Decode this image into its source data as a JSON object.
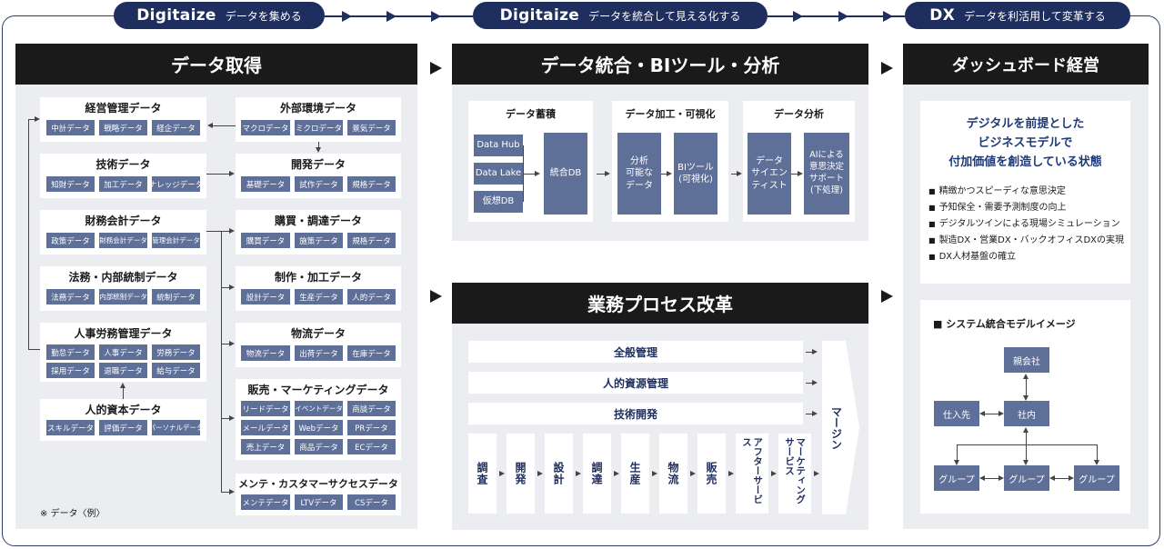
{
  "stages": [
    {
      "big": "Digitaize",
      "small": "データを集める"
    },
    {
      "big": "Digitaize",
      "small": "データを統合して見える化する"
    },
    {
      "big": "DX",
      "small": "データを利活用して変革する"
    }
  ],
  "acquisition": {
    "title": "データ取得",
    "note": "※ データ〈例〉",
    "left_groups": [
      {
        "title": "経営管理データ",
        "items": [
          "中計データ",
          "戦略データ",
          "経企データ"
        ]
      },
      {
        "title": "技術データ",
        "items": [
          "知財データ",
          "加工データ",
          "ナレッジデータ"
        ]
      },
      {
        "title": "財務会計データ",
        "items": [
          "政策データ",
          "財務会計データ",
          "管理会計データ"
        ]
      },
      {
        "title": "法務・内部統制データ",
        "items": [
          "法務データ",
          "内部統制データ",
          "統制データ"
        ]
      },
      {
        "title": "人事労務管理データ",
        "items": [
          "勤怠データ",
          "人事データ",
          "労務データ",
          "採用データ",
          "退職データ",
          "給与データ"
        ]
      },
      {
        "title": "人的資本データ",
        "items": [
          "スキルデータ",
          "評価データ",
          "パーソナルデータ"
        ]
      }
    ],
    "right_groups": [
      {
        "title": "外部環境データ",
        "items": [
          "マクロデータ",
          "ミクロデータ",
          "景気データ"
        ]
      },
      {
        "title": "開発データ",
        "items": [
          "基礎データ",
          "試作データ",
          "規格データ"
        ]
      },
      {
        "title": "購買・調達データ",
        "items": [
          "購買データ",
          "施策データ",
          "規格データ"
        ]
      },
      {
        "title": "制作・加工データ",
        "items": [
          "設計データ",
          "生産データ",
          "人的データ"
        ]
      },
      {
        "title": "物流データ",
        "items": [
          "物流データ",
          "出荷データ",
          "在庫データ"
        ]
      },
      {
        "title": "販売・マーケティングデータ",
        "items": [
          "リードデータ",
          "イベントデータ",
          "商談データ",
          "メールデータ",
          "Webデータ",
          "PRデータ",
          "売上データ",
          "商品データ",
          "ECデータ"
        ]
      },
      {
        "title": "メンテ・カスタマーサクセスデータ",
        "items": [
          "メンテデータ",
          "LTVデータ",
          "CSデータ"
        ]
      }
    ]
  },
  "integration": {
    "title": "データ統合・BIツール・分析",
    "sections": [
      {
        "title": "データ蓄積",
        "sources": [
          "Data Hub",
          "Data Lake",
          "仮想DB"
        ],
        "target": "統合DB"
      },
      {
        "title": "データ加工・可視化",
        "blocks": [
          "分析\n可能な\nデータ",
          "BIツール\n(可視化)"
        ]
      },
      {
        "title": "データ分析",
        "blocks": [
          "データ\nサイエン\nティスト",
          "AIによる\n意思決定\nサポート\n(下処理)"
        ]
      }
    ]
  },
  "process": {
    "title": "業務プロセス改革",
    "bars": [
      "全般管理",
      "人的資源管理",
      "技術開発"
    ],
    "columns": [
      "調査",
      "開発",
      "設計",
      "調達",
      "生産",
      "物流",
      "販売",
      "アフターサービス",
      "マーケティングサービス"
    ],
    "margin": "マージン"
  },
  "dashboard": {
    "title": "ダッシュボード経営",
    "state_lines": [
      "デジタルを前提とした",
      "ビジネスモデルで",
      "付加価値を創造している状態"
    ],
    "bullets": [
      "精緻かつスピーディな意思決定",
      "予知保全・需要予測制度の向上",
      "デジタルツインによる現場シミュレーション",
      "製造DX・営業DX・バックオフィスDXの実現",
      "DX人材基盤の確立"
    ],
    "model_title": "■ システム統合モデルイメージ",
    "nodes": {
      "parent": "親会社",
      "supplier": "仕入先",
      "internal": "社内",
      "group1": "グループ",
      "group2": "グループ",
      "group3": "グループ"
    }
  },
  "colors": {
    "navy": "#1e2e5e",
    "chip": "#5e6f98",
    "panel": "#ebedf1",
    "header": "#1a1a1a"
  }
}
